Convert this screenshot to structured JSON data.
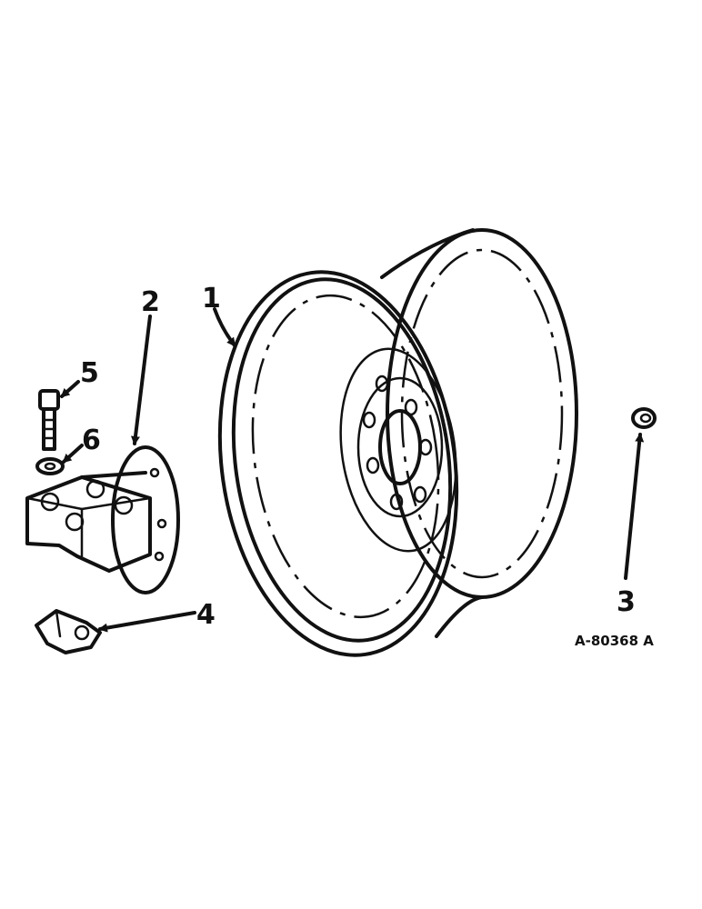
{
  "callouts": {
    "c1": "1",
    "c2": "2",
    "c3": "3",
    "c4": "4",
    "c5": "5",
    "c6": "6"
  },
  "reference_code": "A-80368 A"
}
